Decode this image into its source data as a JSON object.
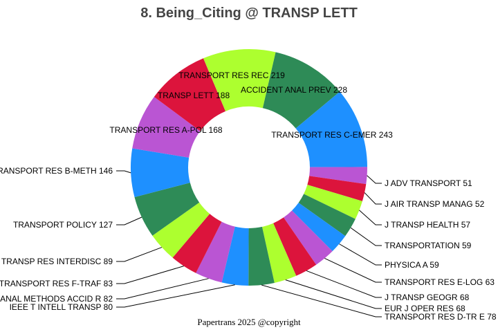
{
  "chart_data": {
    "type": "pie",
    "style": "donut",
    "title": "8. Being_Citing @ TRANSP LETT",
    "footer": "Papertrans 2025 @copyright",
    "direction": "clockwise",
    "colors": [
      "#2e8b57",
      "#1e90ff",
      "#ba55d3",
      "#dc143c",
      "#adff2f"
    ],
    "slices": [
      {
        "label": "ACCIDENT ANAL PREV",
        "value": 228
      },
      {
        "label": "TRANSPORT RES C-EMER",
        "value": 243
      },
      {
        "label": "J ADV TRANSPORT",
        "value": 51
      },
      {
        "label": "J AIR TRANSP MANAG",
        "value": 52
      },
      {
        "label": "J TRANSP HEALTH",
        "value": 57
      },
      {
        "label": "TRANSPORTATION",
        "value": 59
      },
      {
        "label": "PHYSICA A",
        "value": 59
      },
      {
        "label": "TRANSPORT RES E-LOG",
        "value": 63
      },
      {
        "label": "J TRANSP GEOGR",
        "value": 68
      },
      {
        "label": "EUR J OPER RES",
        "value": 68
      },
      {
        "label": "TRANSPORT RES D-TR E",
        "value": 78
      },
      {
        "label": "IEEE T INTELL TRANSP",
        "value": 80
      },
      {
        "label": "ANAL METHODS ACCID R",
        "value": 82
      },
      {
        "label": "TRANSPORT RES F-TRAF",
        "value": 83
      },
      {
        "label": "TRANSP RES INTERDISC",
        "value": 89
      },
      {
        "label": "TRANSPORT POLICY",
        "value": 127
      },
      {
        "label": "TRANSPORT RES B-METH",
        "value": 146
      },
      {
        "label": "TRANSPORT RES A-POL",
        "value": 168
      },
      {
        "label": "TRANSP LETT",
        "value": 188
      },
      {
        "label": "TRANSPORT RES REC",
        "value": 219
      }
    ]
  }
}
